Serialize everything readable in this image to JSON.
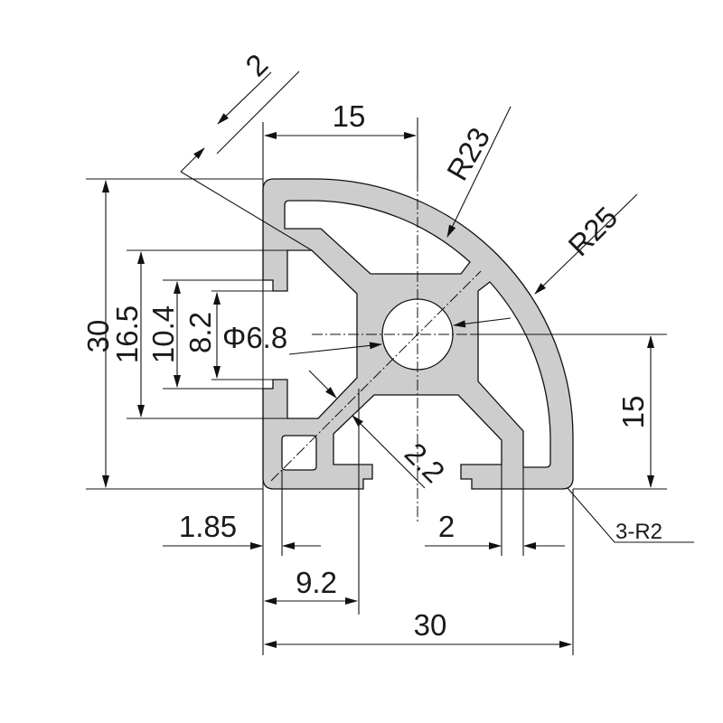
{
  "title": "Quarter-round aluminium profile 30x30 R25",
  "colors": {
    "profile_fill": "#cdcdcd",
    "line": "#111111",
    "background": "#ffffff"
  },
  "dimensions": {
    "overall_height": "30",
    "slot_outer": "16.5",
    "slot_mid": "10.4",
    "slot_inner": "8.2",
    "top_half_width": "15",
    "right_half_height": "15",
    "wall_thickness_top": "2",
    "inner_radius": "R23",
    "outer_radius": "R25",
    "bore_diameter": "Φ6.8",
    "web_thickness": "2.2",
    "corner_offset": "1.85",
    "slot_wall": "2",
    "slot_to_web": "9.2",
    "overall_width": "30",
    "corner_radii": "3-R2"
  }
}
